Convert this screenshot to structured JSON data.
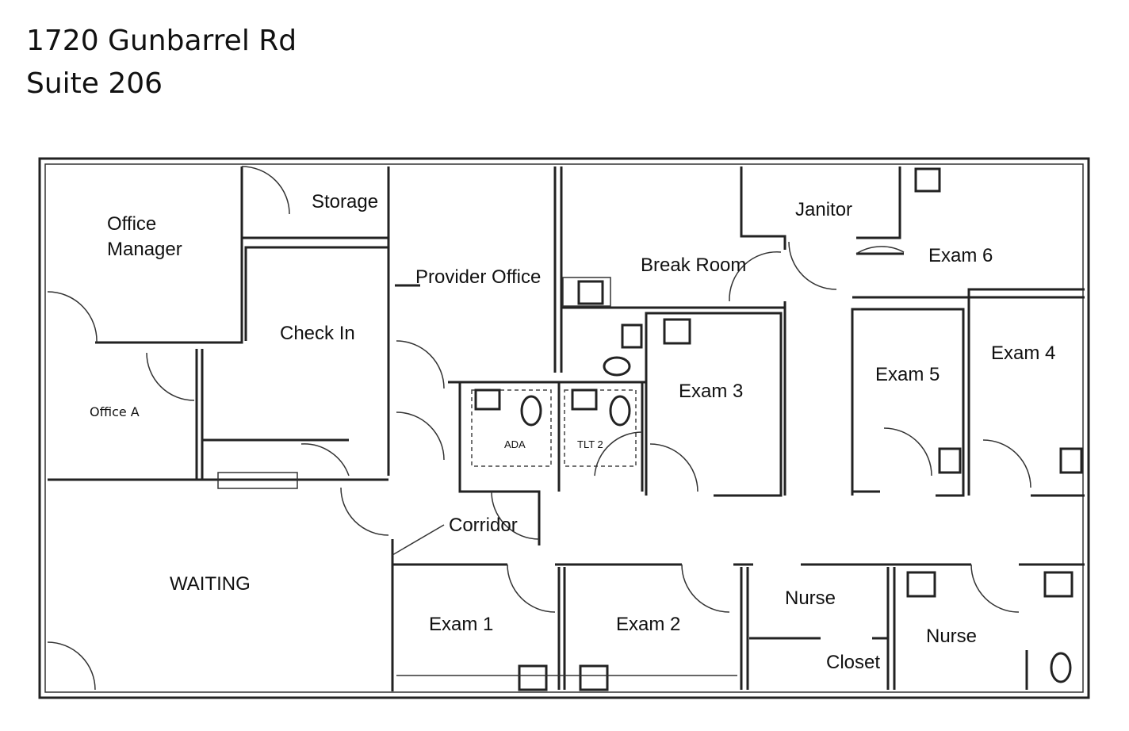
{
  "address": {
    "line1": "1720 Gunbarrel Rd",
    "line2": "Suite 206"
  },
  "rooms": {
    "office_manager_1": "Office",
    "office_manager_2": "Manager",
    "storage": "Storage",
    "check_in": "Check In",
    "office_a": "Office A",
    "provider_office": "Provider Office",
    "break_room": "Break Room",
    "janitor": "Janitor",
    "exam6": "Exam 6",
    "exam5": "Exam 5",
    "exam4": "Exam 4",
    "exam3": "Exam 3",
    "ada": "ADA",
    "tlt2": "TLT 2",
    "corridor": "Corridor",
    "waiting": "WAITING",
    "exam1": "Exam 1",
    "exam2": "Exam 2",
    "nurse1": "Nurse",
    "closet": "Closet",
    "nurse2": "Nurse"
  }
}
